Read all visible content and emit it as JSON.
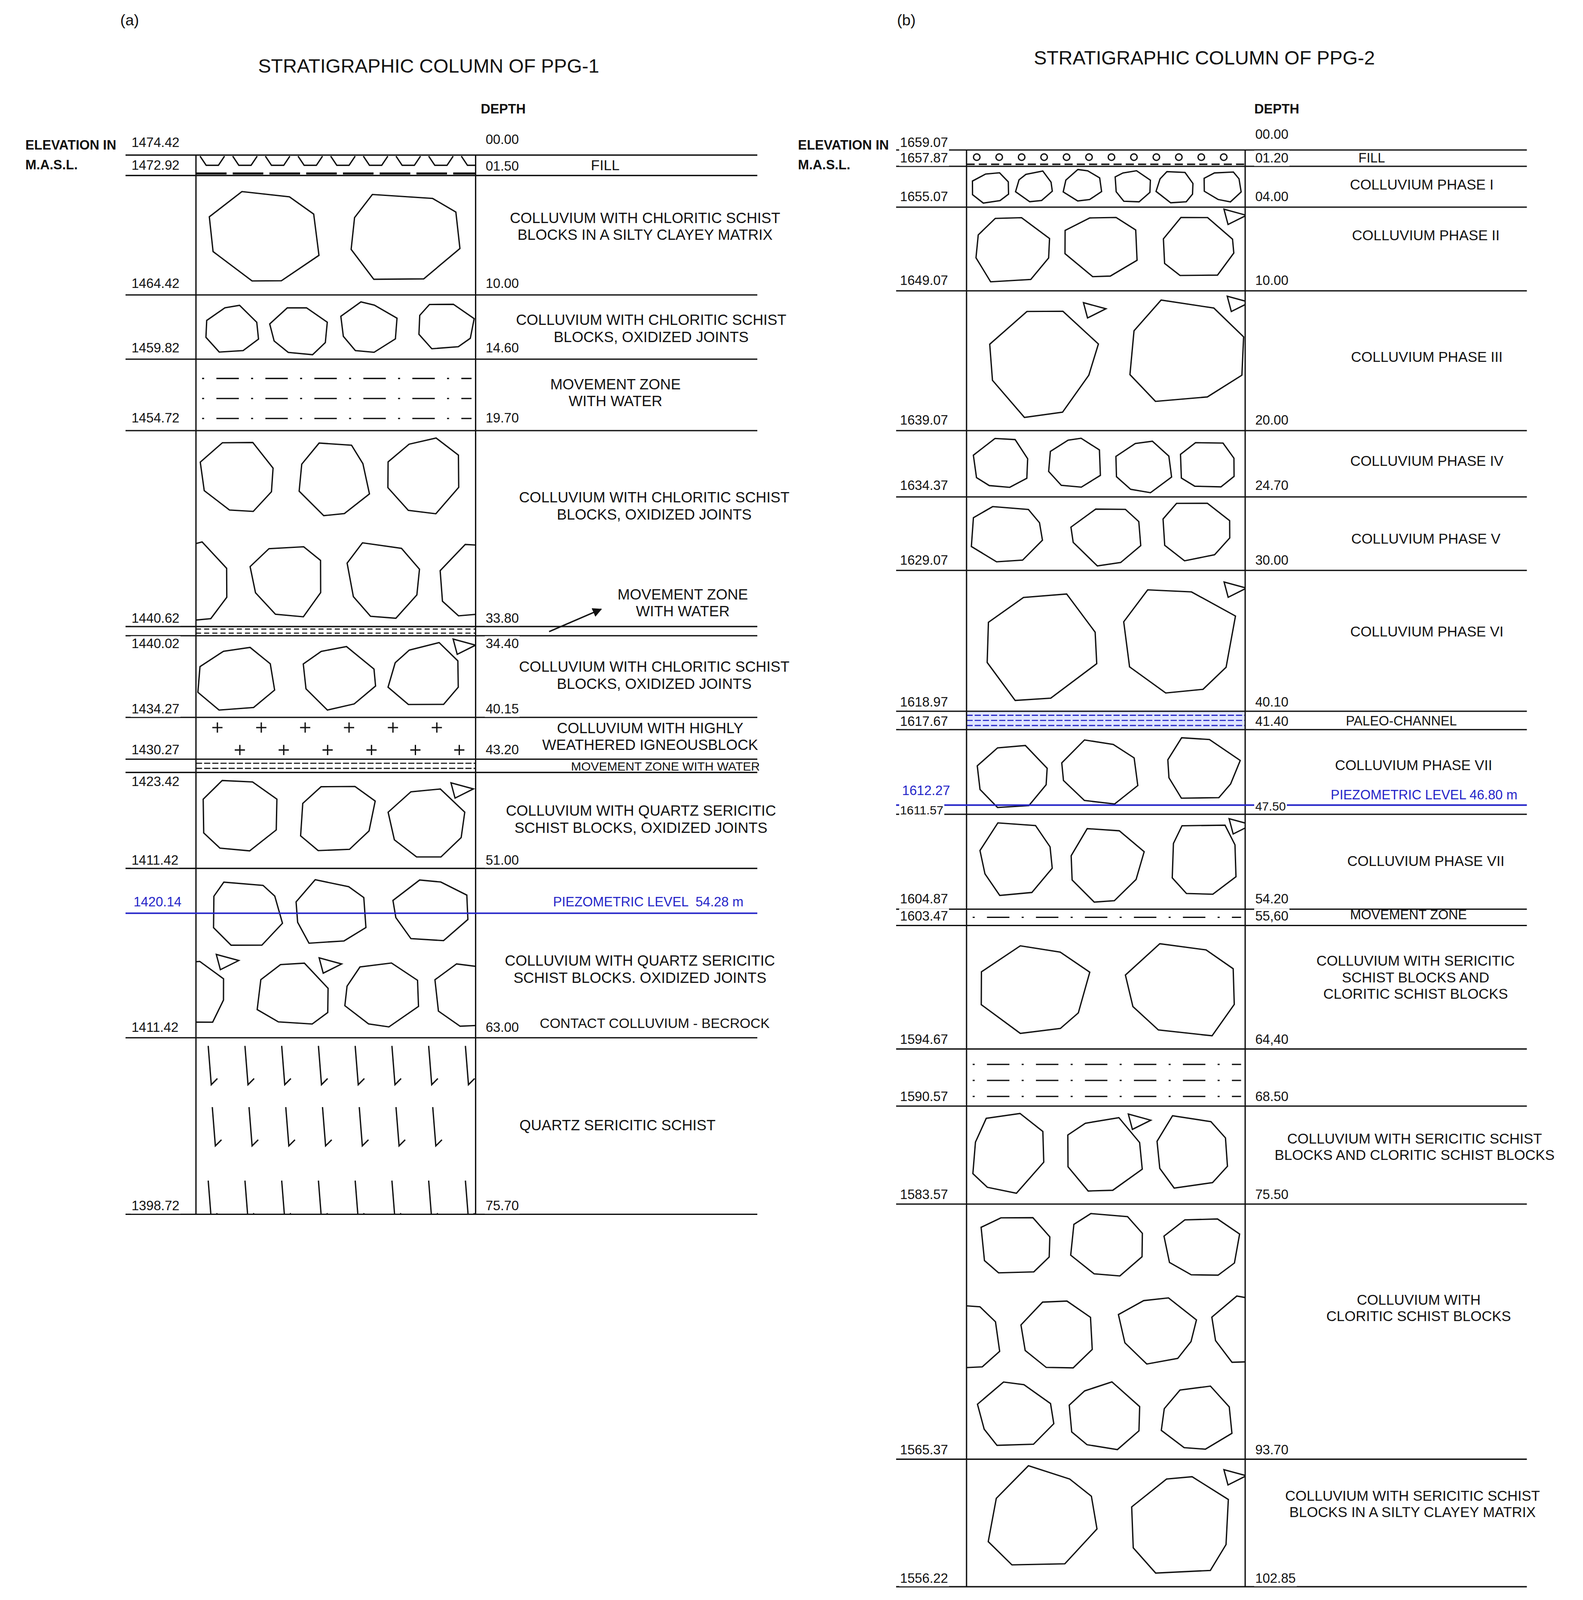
{
  "diagram": {
    "nodes": [
      {
        "text": [
          "FILL"
        ]
      },
      {
        "text": [
          "COLLUVIUM WITH CHLORITIC SCHIST BLOCKS IN A SILTY CLAYEY MATRIX"
        ]
      },
      {
        "text": [
          "COLLUVIUM WITH CHLORITIC SCHIST BLOCKS, OXIDIZED JOINTS"
        ]
      },
      {
        "text": [
          "MOVEMENT ZONE WITH WATER"
        ]
      },
      {
        "text": [
          "COLLUVIUM WITH CHLORITIC SCHIST BLOCKS, OXIDIZED JOINTS"
        ]
      },
      {
        "text": [
          "MOVEMENT ZONE WITH WATER"
        ]
      },
      {
        "text": [
          "COLLUVIUM WITH CHLORITIC SCHIST BLOCKS, OXIDIZED JOINTS"
        ]
      },
      {
        "text": [
          "COLLUVIUM WITH HIGHLY WEATHERED IGNEOUSBLOCK"
        ]
      },
      {
        "text": [
          "MOVEMENT ZONE WITH WATER"
        ]
      },
      {
        "text": [
          "COLLUVIUM WITH QUARTZ SERICITIC SCHIST BLOCKS, OXIDIZED JOINTS"
        ]
      },
      {
        "text": [
          "COLLUVIUM WITH QUARTZ SERICITIC SCHIST BLOCKS. OXIDIZED JOINTS"
        ]
      },
      {
        "text": [
          "QUARTZ SERICITIC SCHIST"
        ]
      },
      {
        "text": [
          "FILL"
        ]
      },
      {
        "text": [
          "COLLUVIUM PHASE I"
        ]
      },
      {
        "text": [
          "COLLUVIUM PHASE II"
        ]
      },
      {
        "text": [
          "COLLUVIUM PHASE III"
        ]
      },
      {
        "text": [
          "COLLUVIUM PHASE IV"
        ]
      },
      {
        "text": [
          "COLLUVIUM PHASE V"
        ]
      },
      {
        "text": [
          "COLLUVIUM PHASE VI"
        ]
      },
      {
        "text": [
          "PALEO-CHANNEL"
        ]
      },
      {
        "text": [
          "COLLUVIUM PHASE VII"
        ]
      },
      {
        "text": [
          "COLLUVIUM PHASE VII"
        ]
      },
      {
        "text": [
          "MOVEMENT ZONE"
        ]
      },
      {
        "text": [
          "COLLUVIUM WITH SERICITIC SCHIST BLOCKS AND CLORITIC SCHIST BLOCKS"
        ]
      },
      {
        "text": [
          "COLLUVIUM WITH SERICITIC SCHIST BLOCKS AND CLORITIC SCHIST BLOCKS"
        ]
      },
      {
        "text": [
          "COLLUVIUM WITH CLORITIC SCHIST BLOCKS"
        ]
      },
      {
        "text": [
          "COLLUVIUM WITH SERICITIC SCHIST BLOCKS IN A SILTY CLAYEY MATRIX"
        ]
      }
    ],
    "labels": [
      "(a)",
      "STRATIGRAPHIC COLUMN OF PPG-1",
      "DEPTH",
      "ELEVATION IN M.A.S.L.",
      "1474.42",
      "00.00",
      "1472.92",
      "01.50",
      "1464.42",
      "10.00",
      "1459.82",
      "14.60",
      "1454.72",
      "19.70",
      "1440.62",
      "33.80",
      "1440.02",
      "34.40",
      "1434.27",
      "40.15",
      "1430.27",
      "43.20",
      "1423.42",
      "1411.42",
      "51.00",
      "1420.14",
      "PIEZOMETRIC LEVEL  54.28 m",
      "1411.42",
      "63.00",
      "CONTACT COLLUVIUM - BECROCK",
      "1398.72",
      "75.70",
      "(b)",
      "STRATIGRAPHIC COLUMN OF PPG-2",
      "DEPTH",
      "ELEVATION IN M.A.S.L.",
      "1659.07",
      "00.00",
      "1657.87",
      "01.20",
      "1655.07",
      "04.00",
      "1649.07",
      "10.00",
      "1639.07",
      "20.00",
      "1634.37",
      "24.70",
      "1629.07",
      "30.00",
      "1618.97",
      "40.10",
      "1617.67",
      "41.40",
      "1612.27",
      "PIEZOMETRIC LEVEL 46.80 m",
      "1611.57",
      "47.50",
      "1604.87",
      "54.20",
      "1603.47",
      "55,60",
      "1594.67",
      "64,40",
      "1590.57",
      "68.50",
      "1583.57",
      "75.50",
      "1565.37",
      "93.70",
      "1556.22",
      "102.85"
    ]
  }
}
